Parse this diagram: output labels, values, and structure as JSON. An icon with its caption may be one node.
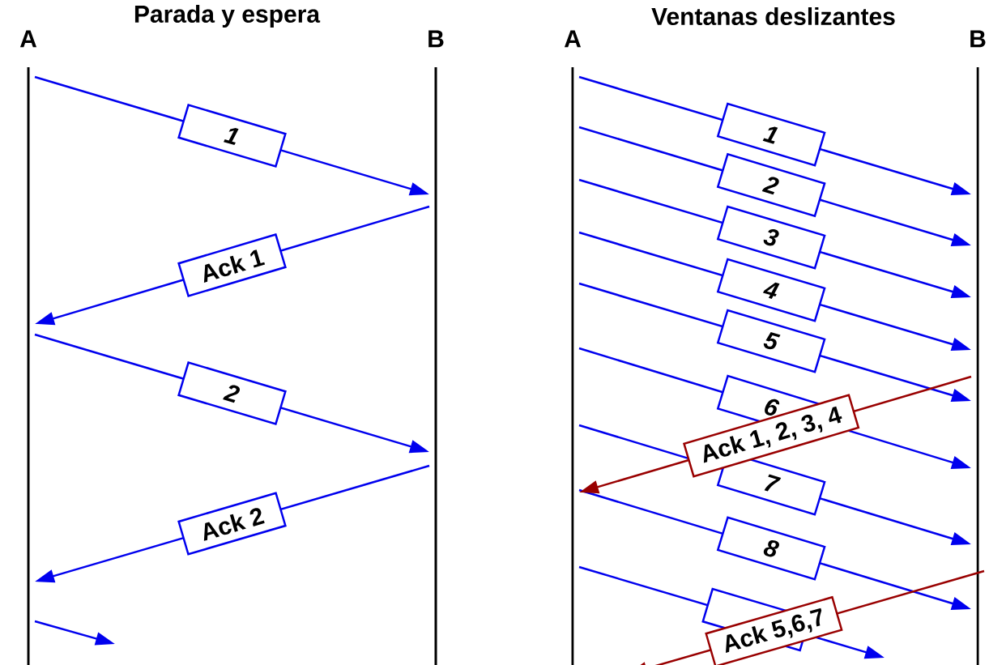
{
  "diagram": {
    "nodes": [
      {
        "text": [
          "A"
        ]
      },
      {
        "text": [
          "B"
        ]
      },
      {
        "text": [
          "A"
        ]
      },
      {
        "text": [
          "B"
        ]
      }
    ],
    "edges": [
      {
        "from": 0,
        "to": 1,
        "arrow": "to",
        "label": "1"
      },
      {
        "from": 1,
        "to": 0,
        "arrow": "to",
        "label": "Ack 1"
      },
      {
        "from": 0,
        "to": 1,
        "arrow": "to",
        "label": "2"
      },
      {
        "from": 1,
        "to": 0,
        "arrow": "to",
        "label": "Ack 2"
      },
      {
        "from": 0,
        "to": null,
        "arrow": "to"
      },
      {
        "from": 2,
        "to": 3,
        "arrow": "to",
        "label": "1"
      },
      {
        "from": 2,
        "to": 3,
        "arrow": "to",
        "label": "2"
      },
      {
        "from": 2,
        "to": 3,
        "arrow": "to",
        "label": "3"
      },
      {
        "from": 2,
        "to": 3,
        "arrow": "to",
        "label": "4"
      },
      {
        "from": 2,
        "to": 3,
        "arrow": "to",
        "label": "5"
      },
      {
        "from": 2,
        "to": 3,
        "arrow": "to",
        "label": "6"
      },
      {
        "from": 2,
        "to": 3,
        "arrow": "to",
        "label": "7"
      },
      {
        "from": 2,
        "to": 3,
        "arrow": "to",
        "label": "8"
      },
      {
        "from": 2,
        "to": null,
        "arrow": "to"
      },
      {
        "from": 3,
        "to": 2,
        "arrow": "to",
        "label": "Ack 1, 2, 3, 4",
        "color": "#990000"
      },
      {
        "from": 3,
        "to": null,
        "arrow": "to",
        "label": "Ack 5,6,7",
        "color": "#990000"
      }
    ],
    "labels": [
      "Parada y espera",
      "Ventanas deslizantes"
    ]
  }
}
